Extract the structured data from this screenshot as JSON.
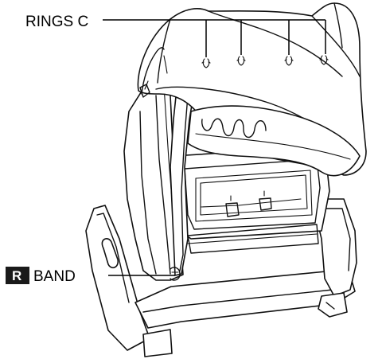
{
  "labels": {
    "rings": "RINGS C",
    "band": "BAND",
    "badge": "R"
  },
  "colors": {
    "ink": "#111111",
    "badge_background": "#1a1a1a",
    "badge_text": "#ffffff",
    "paper": "#ffffff"
  }
}
